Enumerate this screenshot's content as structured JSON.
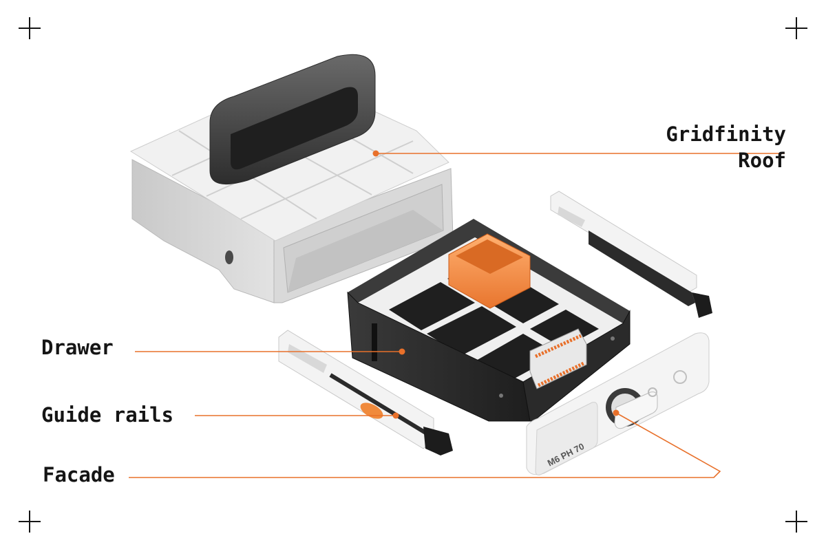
{
  "labels": {
    "roof_line1": "Gridfinity",
    "roof_line2": "Roof",
    "drawer": "Drawer",
    "guide_rails": "Guide rails",
    "facade": "Facade"
  },
  "facade_engraving": "M6 PH 70",
  "colors": {
    "accent": "#e8702a",
    "ink": "#151515",
    "housing": "#e6e6e6",
    "drawer_dark": "#2a2a2a",
    "handle": "#3b3b3b",
    "bin_orange": "#f08a3c"
  }
}
